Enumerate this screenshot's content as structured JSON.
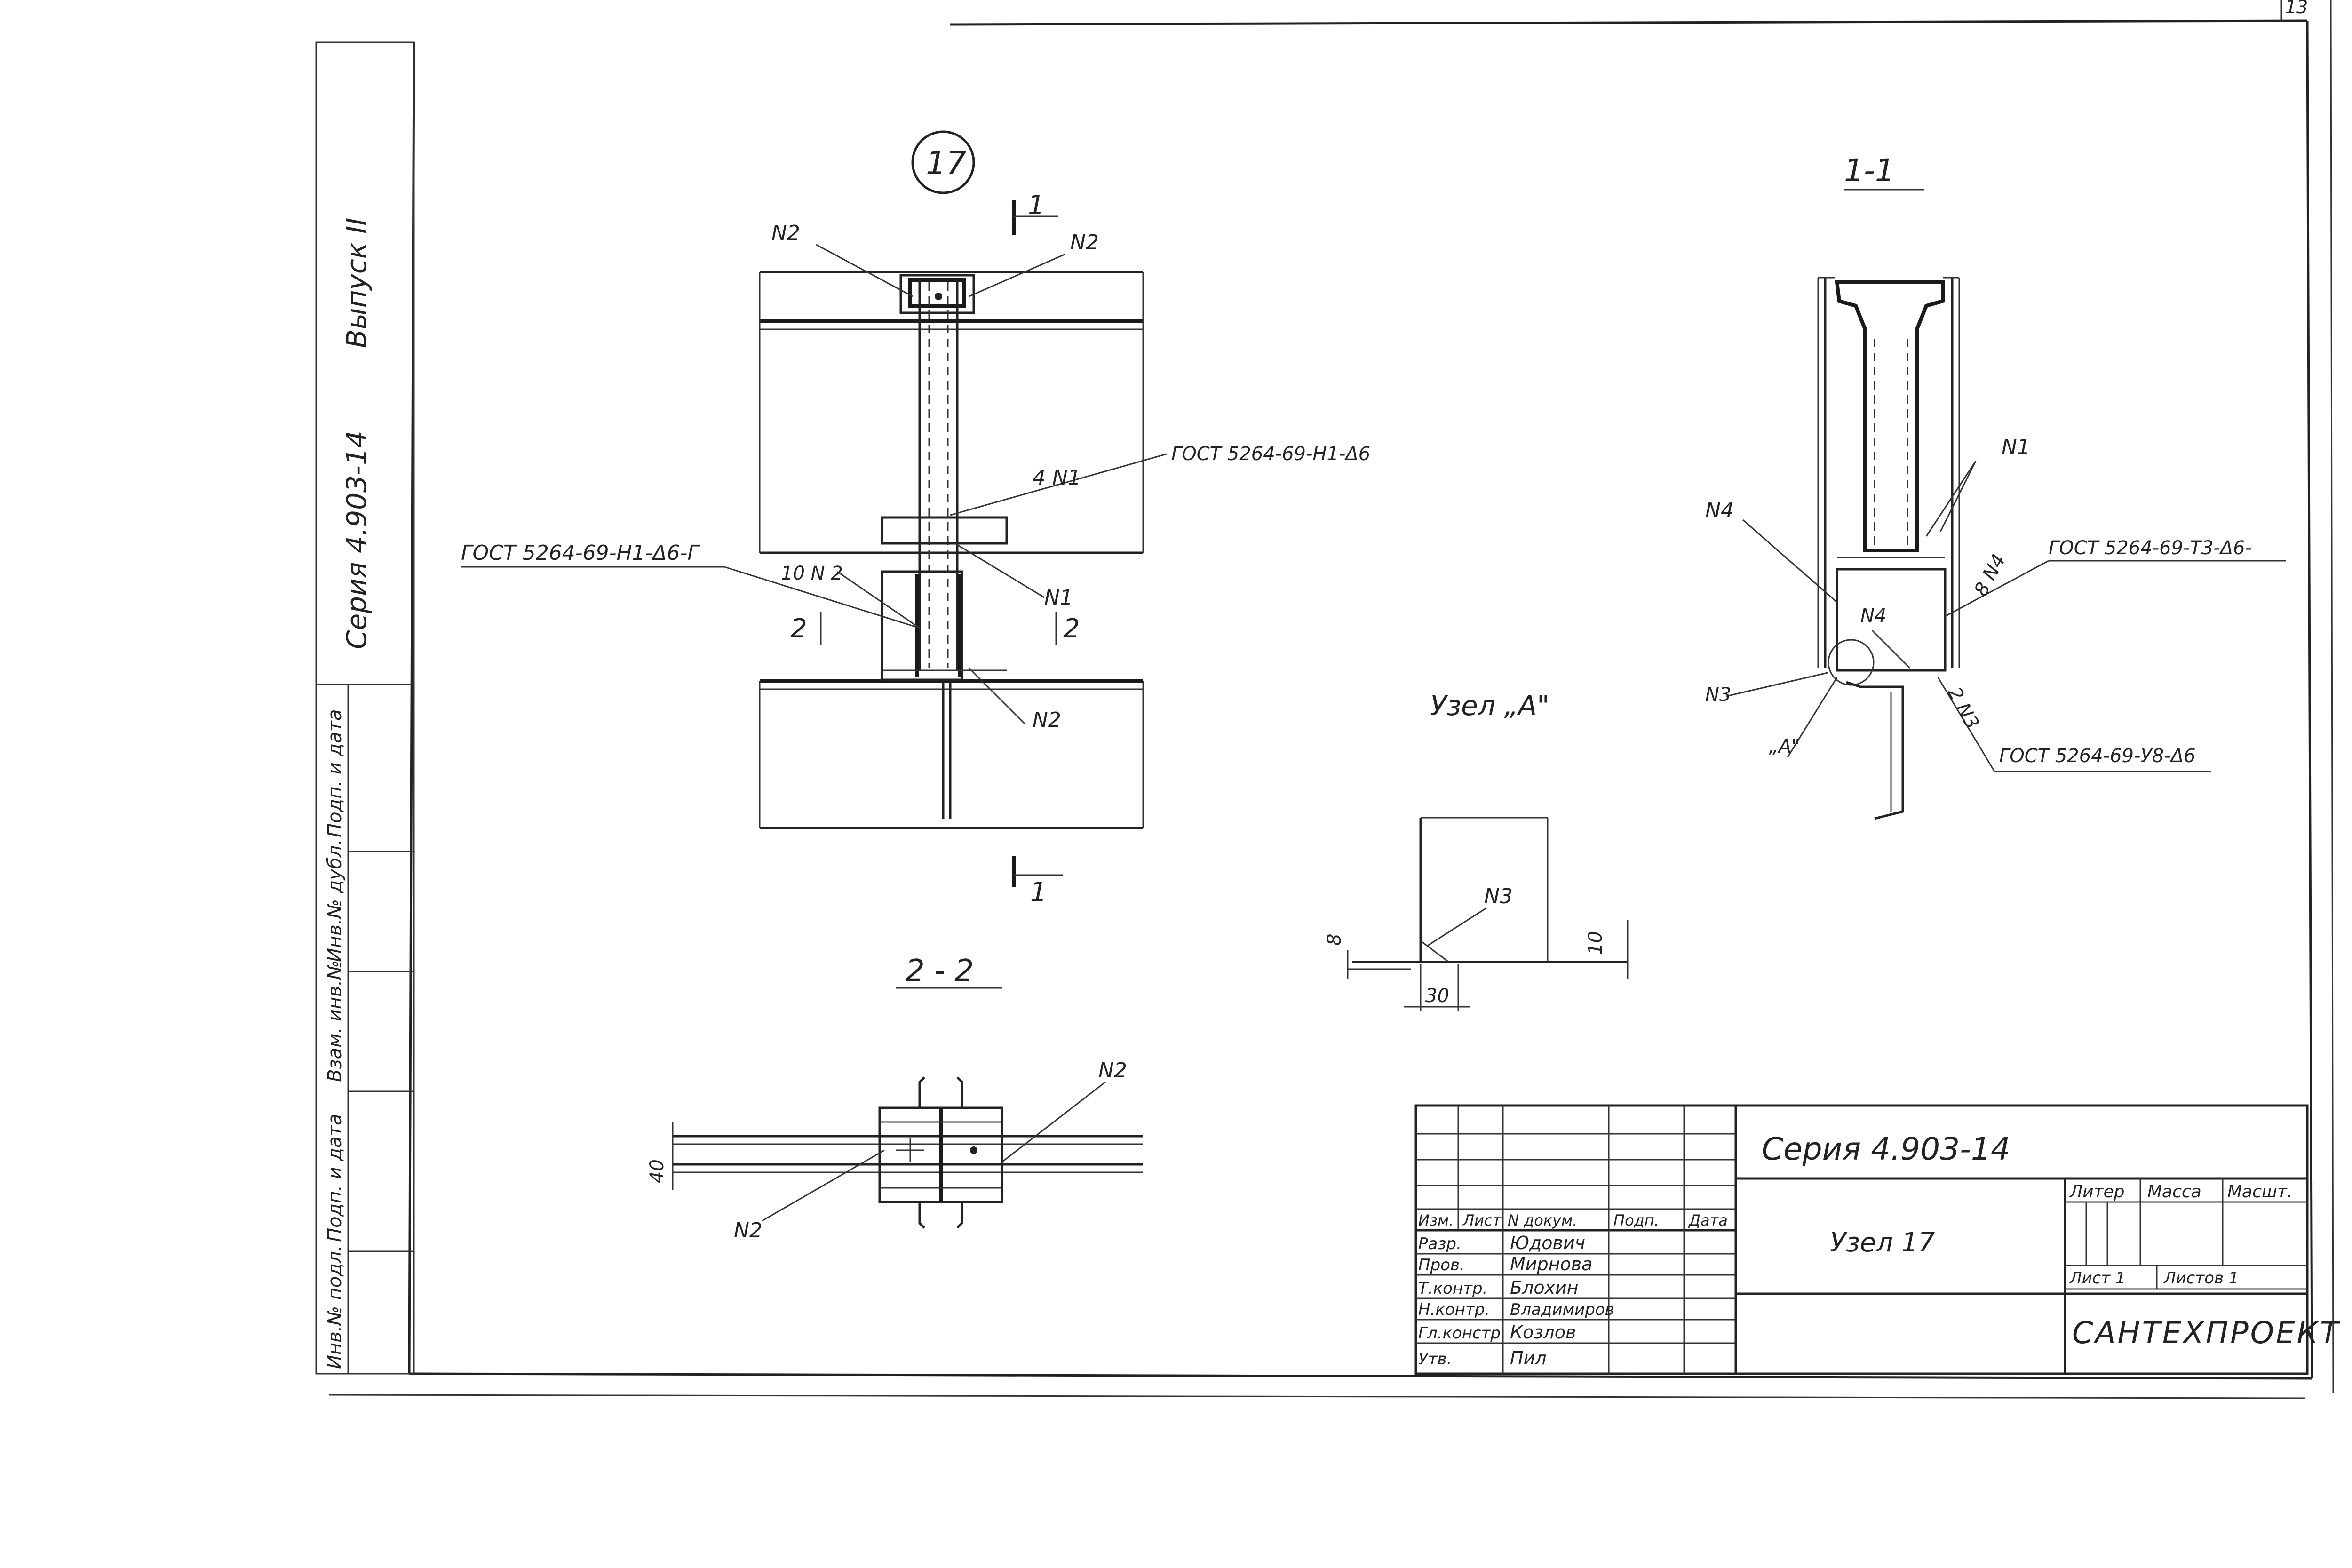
{
  "sheet": {
    "number": "13"
  },
  "side_stamp": {
    "series": "Серия 4.903-14",
    "issue": "Выпуск II",
    "cells": [
      "Подп. и дата",
      "Инв.№ дубл.",
      "Взам. инв.№",
      "Подп. и дата",
      "Инв.№ подл."
    ]
  },
  "node": {
    "marker": "17"
  },
  "section_marks": {
    "one": "1",
    "two": "2"
  },
  "views": {
    "section_1_1": "1-1",
    "section_2_2": "2 - 2",
    "detail_a": "Узел „А\""
  },
  "labels": {
    "n2": "N2",
    "n1": "N1",
    "n3": "N3",
    "n4": "N4",
    "four_n1": "4 N1",
    "ten_n2": "10 N 2",
    "gost_h1_d6": "ГОСТ 5264-69-Н1-Δ6",
    "gost_h1_d6_g": "ГОСТ 5264-69-Н1-Δ6-Г",
    "gost_t3_d6": "ГОСТ 5264-69-Т3-Δ6-",
    "gost_y8_d6": "ГОСТ 5264-69-У8-Δ6",
    "eight_n4": "8 N4",
    "two_n3": "2 N3",
    "a_mark": "„А\""
  },
  "dims": {
    "d8": "8",
    "d10": "10",
    "d30": "30",
    "d40": "40"
  },
  "title_block": {
    "series": "Серия 4.903-14",
    "title": "Узел 17",
    "columns": [
      "Изм.",
      "Лист",
      "N докум.",
      "Подп.",
      "Дата"
    ],
    "roles": [
      "Разр.",
      "Пров.",
      "Т.контр.",
      "Н.контр.",
      "Гл.констр.",
      "Утв."
    ],
    "names": [
      "Юдович",
      "Мирнова",
      "Блохин",
      "Владимиров",
      "Козлов",
      "Пил"
    ],
    "lit": "Литер",
    "mass": "Масса",
    "scale": "Масшт.",
    "sheet": "Лист 1",
    "sheets": "Листов 1",
    "org": "САНТЕХПРОЕКТ"
  }
}
